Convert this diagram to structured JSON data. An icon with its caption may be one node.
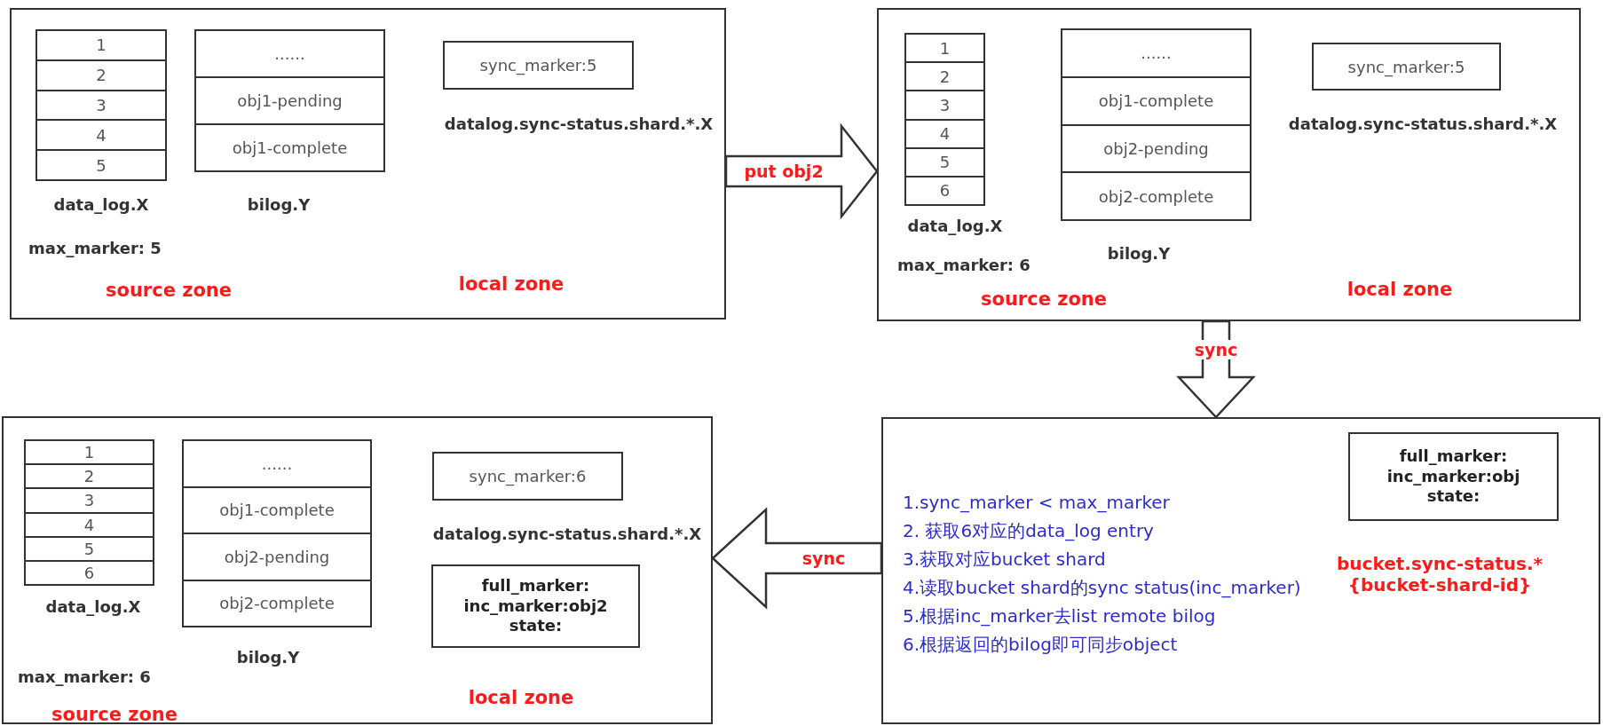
{
  "diagram": {
    "nodes": [
      {
        "text": [
          "max_marker: 5",
          "source zone",
          "local zone"
        ]
      },
      {
        "text": [],
        "shape": "box",
        "in": 0,
        "beside": [
          "data_log.X"
        ]
      },
      {
        "text": [
          "1"
        ],
        "in": 1
      },
      {
        "text": [
          "2"
        ],
        "in": 1
      },
      {
        "text": [
          "3"
        ],
        "in": 1
      },
      {
        "text": [
          "4"
        ],
        "in": 1
      },
      {
        "text": [
          "5"
        ],
        "in": 1
      },
      {
        "text": [],
        "shape": "box",
        "in": 0,
        "beside": [
          "bilog.Y"
        ]
      },
      {
        "text": [
          "......"
        ],
        "in": 7
      },
      {
        "text": [
          "obj1-pending"
        ],
        "in": 7
      },
      {
        "text": [
          "obj1-complete"
        ],
        "in": 7
      },
      {
        "text": [
          "sync_marker:5"
        ],
        "in": 0,
        "beside": [
          "datalog.sync-status.shard.*.X"
        ]
      },
      {
        "text": [
          "max_marker: 6",
          "source zone",
          "local zone"
        ]
      },
      {
        "text": [],
        "shape": "box",
        "in": 12,
        "beside": [
          "data_log.X"
        ]
      },
      {
        "text": [
          "1"
        ],
        "in": 13
      },
      {
        "text": [
          "2"
        ],
        "in": 13
      },
      {
        "text": [
          "3"
        ],
        "in": 13
      },
      {
        "text": [
          "4"
        ],
        "in": 13
      },
      {
        "text": [
          "5"
        ],
        "in": 13
      },
      {
        "text": [
          "6"
        ],
        "in": 13
      },
      {
        "text": [],
        "shape": "box",
        "in": 12,
        "beside": [
          "bilog.Y"
        ]
      },
      {
        "text": [
          "......"
        ],
        "in": 20
      },
      {
        "text": [
          "obj1-complete"
        ],
        "in": 20
      },
      {
        "text": [
          "obj2-pending"
        ],
        "in": 20
      },
      {
        "text": [
          "obj2-complete"
        ],
        "in": 20
      },
      {
        "text": [
          "sync_marker:5"
        ],
        "in": 12,
        "beside": [
          "datalog.sync-status.shard.*.X"
        ]
      },
      {
        "text": [
          "max_marker: 6",
          "source zone",
          "local zone"
        ]
      },
      {
        "text": [],
        "shape": "box",
        "in": 26,
        "beside": [
          "data_log.X"
        ]
      },
      {
        "text": [
          "1"
        ],
        "in": 27
      },
      {
        "text": [
          "2"
        ],
        "in": 27
      },
      {
        "text": [
          "3"
        ],
        "in": 27
      },
      {
        "text": [
          "4"
        ],
        "in": 27
      },
      {
        "text": [
          "5"
        ],
        "in": 27
      },
      {
        "text": [
          "6"
        ],
        "in": 27
      },
      {
        "text": [],
        "shape": "box",
        "in": 26,
        "beside": [
          "bilog.Y"
        ]
      },
      {
        "text": [
          "......"
        ],
        "in": 34
      },
      {
        "text": [
          "obj1-complete"
        ],
        "in": 34
      },
      {
        "text": [
          "obj2-pending"
        ],
        "in": 34
      },
      {
        "text": [
          "obj2-complete"
        ],
        "in": 34
      },
      {
        "text": [
          "sync_marker:6"
        ],
        "in": 26,
        "beside": [
          "datalog.sync-status.shard.*.X"
        ]
      },
      {
        "text": [
          "full_marker:",
          "inc_marker:obj2",
          "state:"
        ],
        "in": 26
      },
      {
        "text": [
          "1.sync_marker < max_marker",
          "2. 获取6对应的data_log entry",
          "3.获取对应bucket shard",
          "4.读取bucket shard的sync status(inc_marker)",
          "5.根据inc_marker去list remote bilog",
          "6.根据返回的bilog即可同步object"
        ]
      },
      {
        "text": [
          "full_marker:",
          "inc_marker:obj",
          "state:"
        ],
        "in": 41,
        "beside": [
          "bucket.sync-status.*{bucket-shard-id}"
        ]
      }
    ],
    "edges": [
      {
        "from": 0,
        "to": 12,
        "arrow": "to",
        "label": "put obj2"
      },
      {
        "from": 12,
        "to": 41,
        "arrow": "to",
        "label": "sync"
      },
      {
        "from": 41,
        "to": 26,
        "arrow": "to",
        "label": "sync"
      }
    ]
  }
}
